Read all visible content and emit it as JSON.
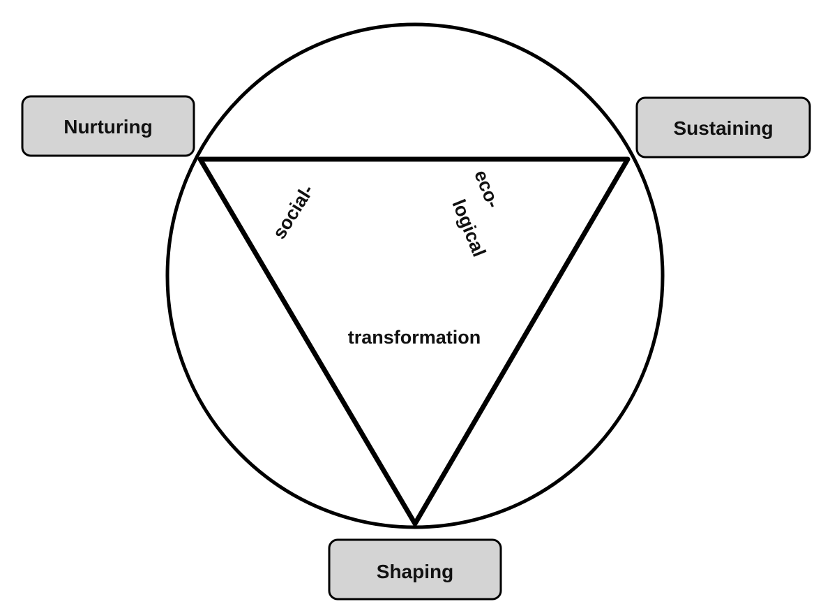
{
  "diagram": {
    "boxes": {
      "nurturing": "Nurturing",
      "sustaining": "Sustaining",
      "shaping": "Shaping"
    },
    "inner_labels": {
      "social": "social-",
      "eco": "eco-",
      "logical": "logical",
      "transformation": "transformation"
    },
    "colors": {
      "box_fill": "#d4d4d4",
      "stroke": "#000000"
    }
  }
}
